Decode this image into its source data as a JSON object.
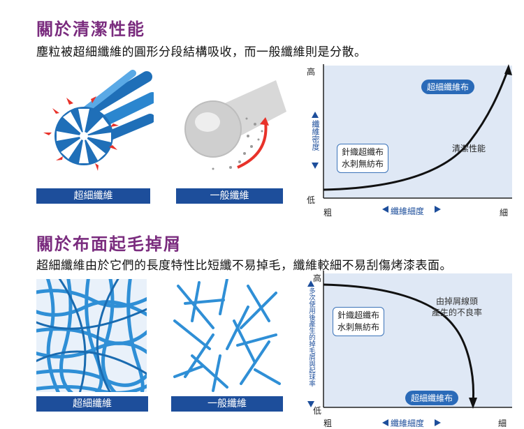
{
  "section1": {
    "title": "關於清潔性能",
    "description": "塵粒被超細纖維的圓形分段結構吸收，而一般纖維則是分散。",
    "captions": [
      "超細纖維",
      "一般纖維"
    ],
    "chart": {
      "y_high": "高",
      "y_low": "低",
      "y_axis_label": "纖維密度",
      "x_left": "粗",
      "x_right": "細",
      "x_axis_label": "纖維細度",
      "series_label": "超細纖維布",
      "side_label": "清潔性能",
      "box_label_line1": "針織超纖布",
      "box_label_line2": "水刺無紡布"
    }
  },
  "section2": {
    "title": "關於布面起毛掉屑",
    "description": "超細纖維由於它們的長度特性比短纖不易掉毛，纖維較細不易刮傷烤漆表面。",
    "captions": [
      "超細纖維",
      "一般纖維"
    ],
    "chart": {
      "y_high": "高",
      "y_low": "低",
      "y_axis_label": "多次使用後產生的掉毛屑與起球率",
      "x_left": "粗",
      "x_right": "細",
      "x_axis_label": "纖維細度",
      "series_label": "超細纖維布",
      "note_line1": "由掉屑線頭",
      "note_line2": "產生的不良率",
      "box_label_line1": "針織超纖布",
      "box_label_line2": "水刺無紡布"
    }
  },
  "colors": {
    "heading": "#7a2c7e",
    "caption_bg": "#1d4e9b",
    "plot_bg": "#dfe8f5",
    "fiber_blue": "#2f8fd6"
  }
}
